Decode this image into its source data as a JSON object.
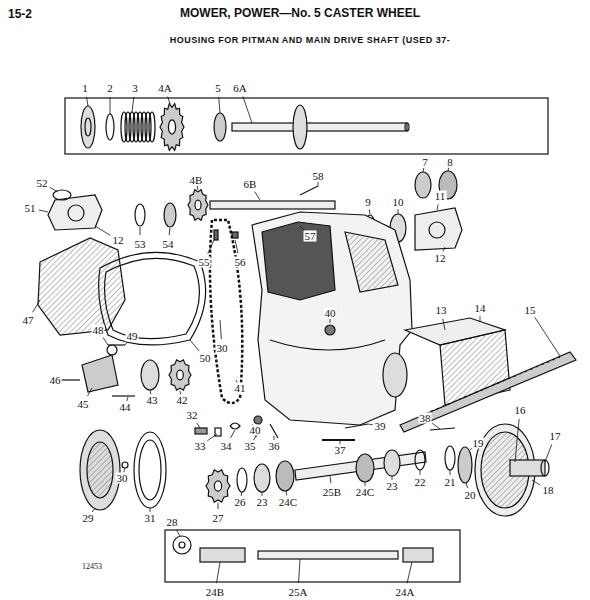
{
  "diagram": {
    "title": "MOWER, POWER—No. 5 CASTER WHEEL",
    "labels": [
      "15-2",
      "HOUSING FOR PITMAN AND MAIN DRIVE SHAFT (USED 37-",
      "1",
      "2",
      "3",
      "4A",
      "5",
      "6A",
      "7",
      "8",
      "52",
      "4B",
      "6B",
      "51",
      "12",
      "53",
      "54",
      "57",
      "58",
      "9",
      "10",
      "11",
      "55",
      "56",
      "12",
      "47",
      "50",
      "40",
      "13",
      "14",
      "15",
      "48",
      "49",
      "30",
      "46",
      "45",
      "44",
      "43",
      "42",
      "41",
      "40",
      "39",
      "16",
      "17",
      "32",
      "33",
      "34",
      "35",
      "36",
      "37",
      "38",
      "18",
      "29",
      "30",
      "31",
      "27",
      "26",
      "23",
      "24C",
      "25B",
      "24C",
      "23",
      "22",
      "21",
      "20",
      "19",
      "28",
      "24B",
      "25A",
      "24A",
      "12453"
    ]
  }
}
